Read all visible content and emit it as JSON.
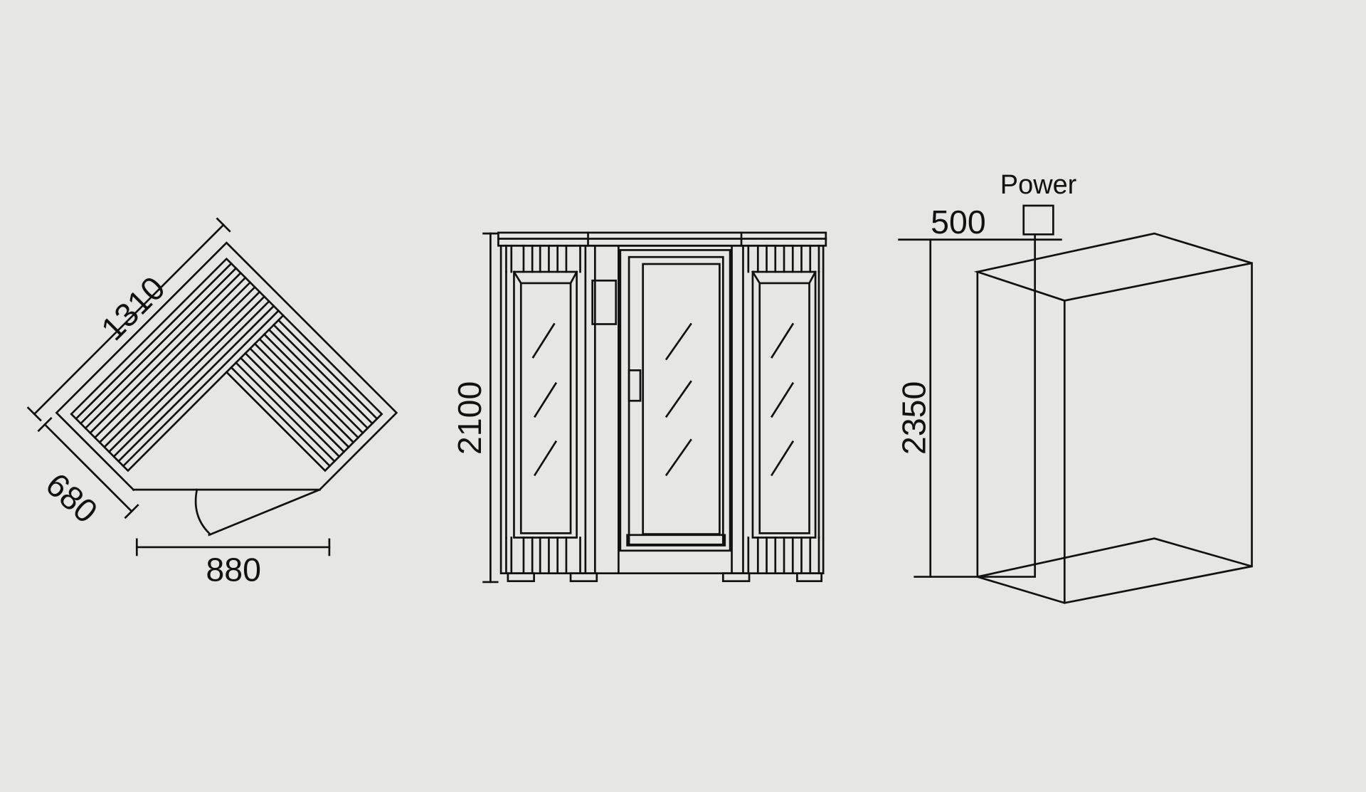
{
  "top_view": {
    "dim_back": "1310",
    "dim_side": "680",
    "dim_front": "880"
  },
  "front_view": {
    "dim_height": "2100"
  },
  "box_view": {
    "dim_depth": "500",
    "dim_height": "2350",
    "power_label": "Power"
  },
  "colors": {
    "background": "#e6e6e4",
    "ink": "#111111"
  }
}
